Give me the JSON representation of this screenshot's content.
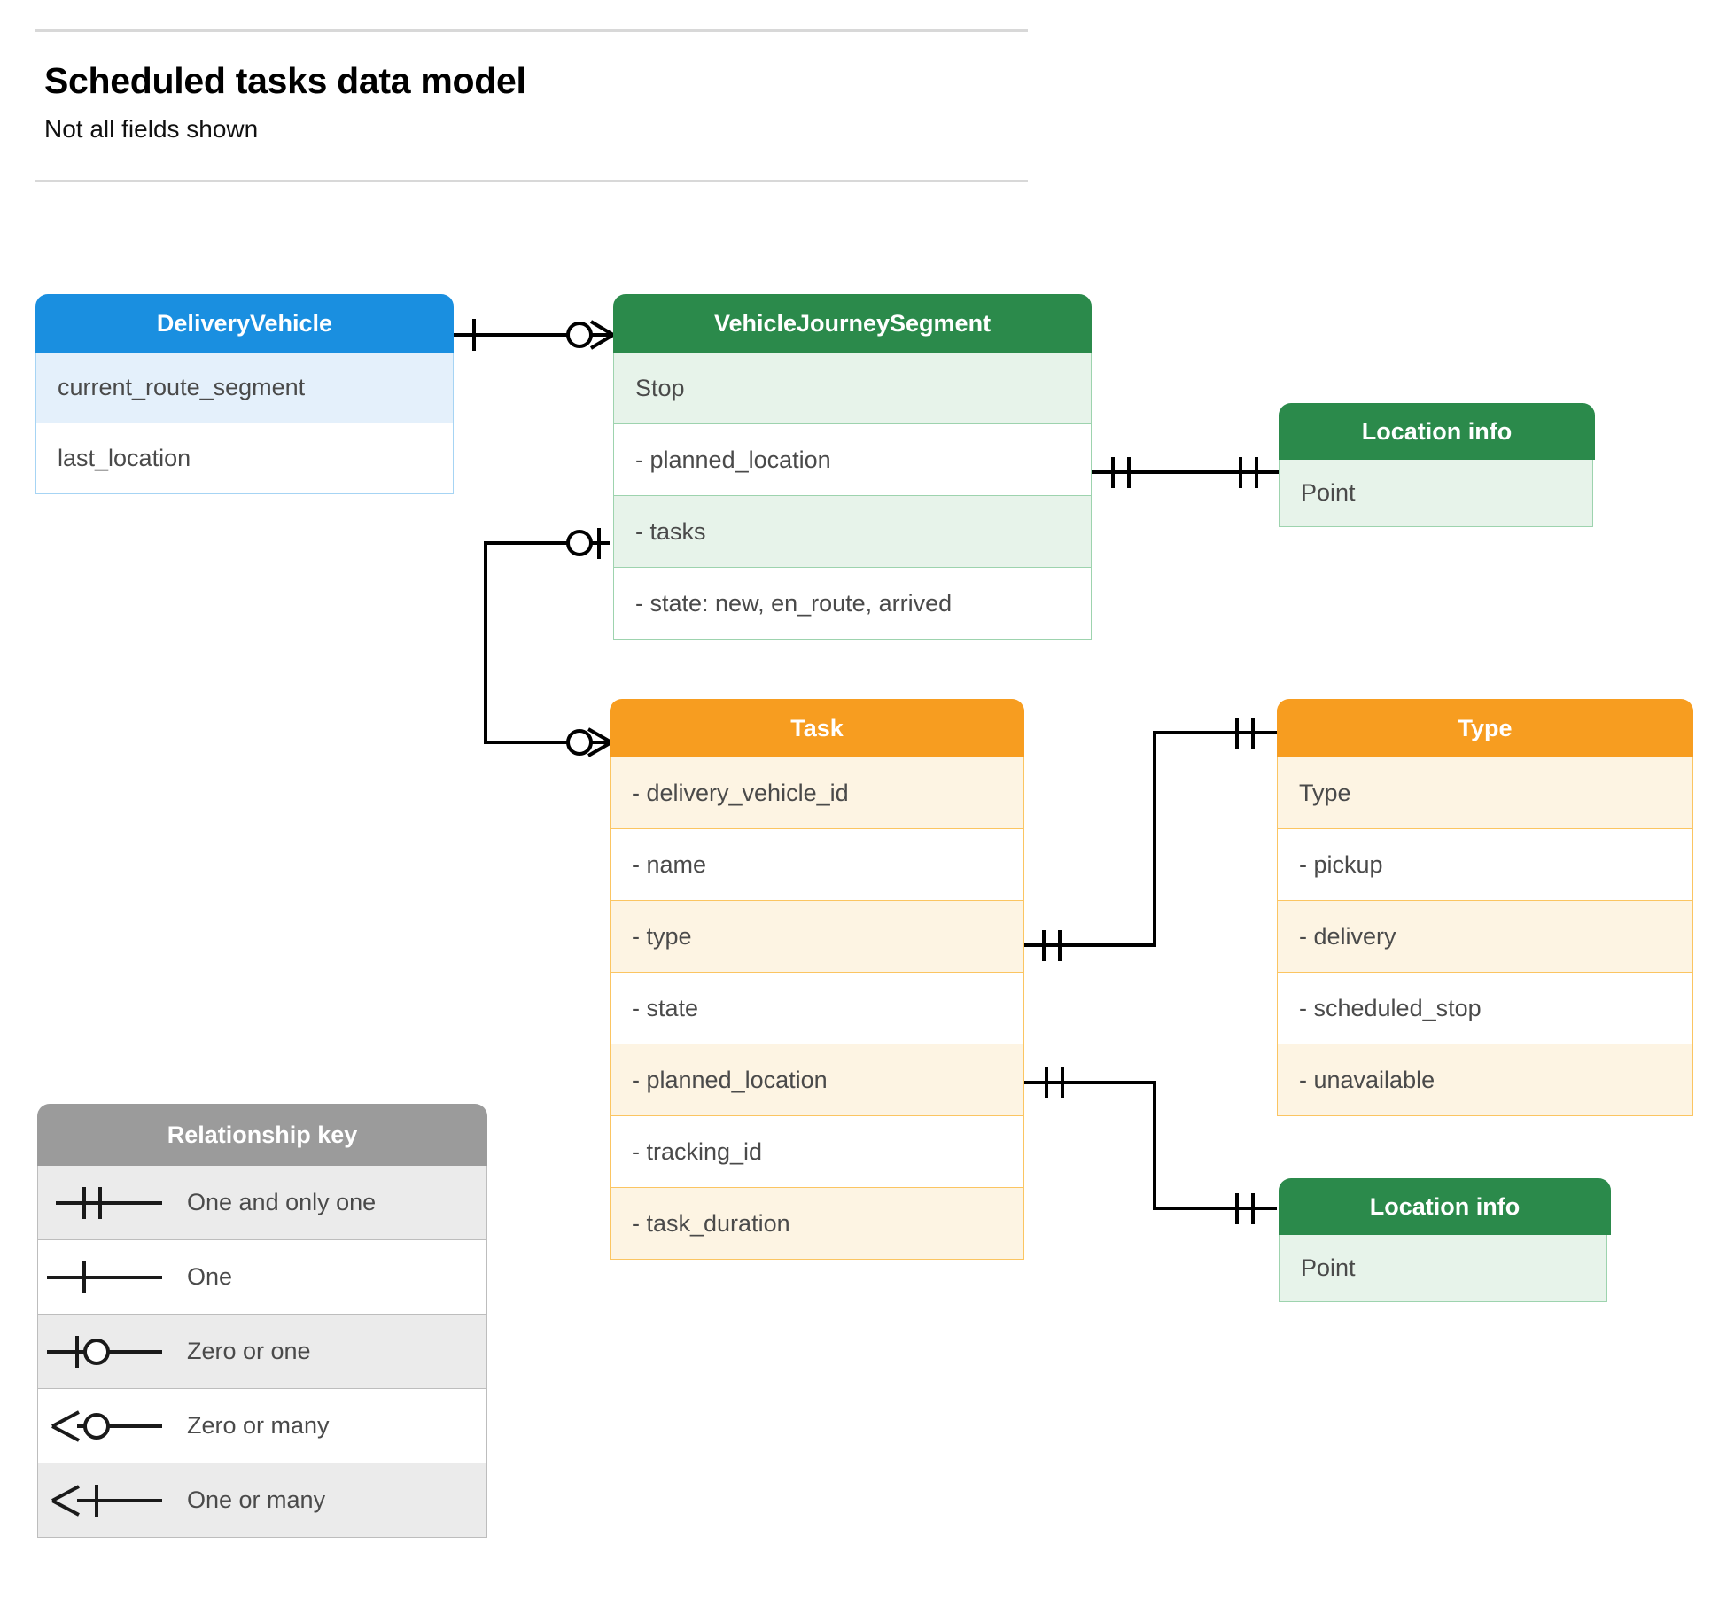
{
  "header": {
    "title": "Scheduled tasks data model",
    "subtitle": "Not all fields shown"
  },
  "entities": {
    "delivery_vehicle": {
      "title": "DeliveryVehicle",
      "color": "#1a8fe0",
      "rows": [
        "current_route_segment",
        "last_location"
      ]
    },
    "vehicle_journey_segment": {
      "title": "VehicleJourneySegment",
      "color": "#2b8a4b",
      "rows": [
        "Stop",
        "-  planned_location",
        "- tasks",
        "- state: new, en_route, arrived"
      ]
    },
    "location_info_top": {
      "title": "Location info",
      "color": "#2b8a4b",
      "rows": [
        "Point"
      ]
    },
    "location_info_bottom": {
      "title": "Location info",
      "color": "#2b8a4b",
      "rows": [
        "Point"
      ]
    },
    "task": {
      "title": "Task",
      "color": "#f79d20",
      "rows": [
        "- delivery_vehicle_id",
        "- name",
        "- type",
        "- state",
        "- planned_location",
        "- tracking_id",
        "- task_duration"
      ]
    },
    "type": {
      "title": "Type",
      "color": "#f79d20",
      "rows": [
        "Type",
        "-   pickup",
        "-   delivery",
        "-   scheduled_stop",
        "-   unavailable"
      ]
    }
  },
  "legend": {
    "title": "Relationship key",
    "color": "#9b9b9b",
    "items": [
      {
        "symbol": "one-and-only-one",
        "label": "One and only one"
      },
      {
        "symbol": "one",
        "label": "One"
      },
      {
        "symbol": "zero-or-one",
        "label": "Zero or one"
      },
      {
        "symbol": "zero-or-many",
        "label": "Zero or many"
      },
      {
        "symbol": "one-or-many",
        "label": "One or many"
      }
    ]
  },
  "relationships": [
    {
      "from": "delivery_vehicle",
      "to": "vehicle_journey_segment",
      "from_card": "one",
      "to_card": "zero-or-many"
    },
    {
      "from": "vehicle_journey_segment.planned_location",
      "to": "location_info_top",
      "from_card": "one-and-only-one",
      "to_card": "one-and-only-one"
    },
    {
      "from": "vehicle_journey_segment.tasks",
      "to": "task",
      "from_card": "zero-or-one",
      "to_card": "zero-or-many"
    },
    {
      "from": "task.type",
      "to": "type",
      "from_card": "one-and-only-one",
      "to_card": "one-and-only-one"
    },
    {
      "from": "task.planned_location",
      "to": "location_info_bottom",
      "from_card": "one-and-only-one",
      "to_card": "one-and-only-one"
    }
  ]
}
